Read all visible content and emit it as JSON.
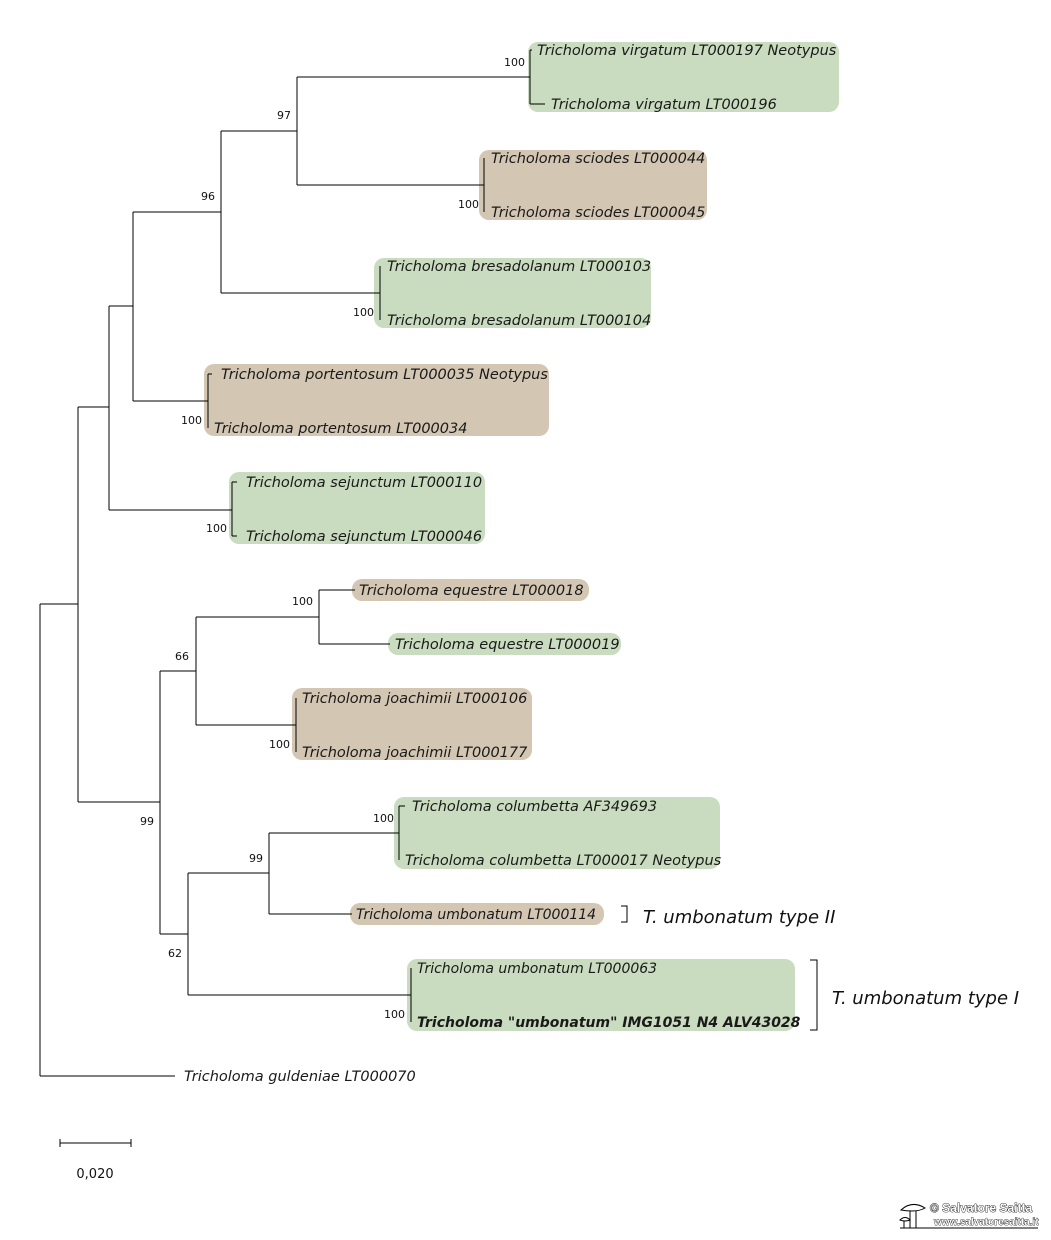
{
  "colors": {
    "green_highlight": "#c9dcbf",
    "beige_highlight": "#d3c7b3",
    "branch": "#000000"
  },
  "tree": {
    "leaves": [
      {
        "id": "L1",
        "label": "Tricholoma virgatum LT000197 Neotypus",
        "group": "G1"
      },
      {
        "id": "L2",
        "label": "Tricholoma virgatum LT000196",
        "group": "G1"
      },
      {
        "id": "L3",
        "label": "Tricholoma sciodes LT000044",
        "group": "G2"
      },
      {
        "id": "L4",
        "label": "Tricholoma sciodes LT000045",
        "group": "G2"
      },
      {
        "id": "L5",
        "label": "Tricholoma bresadolanum LT000103",
        "group": "G3"
      },
      {
        "id": "L6",
        "label": "Tricholoma bresadolanum LT000104",
        "group": "G3"
      },
      {
        "id": "L7",
        "label": "Tricholoma portentosum LT000035 Neotypus",
        "group": "G4"
      },
      {
        "id": "L8",
        "label": "Tricholoma portentosum LT000034",
        "group": "G4"
      },
      {
        "id": "L9",
        "label": "Tricholoma sejunctum LT000110",
        "group": "G5"
      },
      {
        "id": "L10",
        "label": "Tricholoma sejunctum LT000046",
        "group": "G5"
      },
      {
        "id": "L11",
        "label": "Tricholoma equestre LT000018",
        "group": "G6"
      },
      {
        "id": "L12",
        "label": "Tricholoma equestre LT000019",
        "group": "G7"
      },
      {
        "id": "L13",
        "label": "Tricholoma joachimii LT000106",
        "group": "G8"
      },
      {
        "id": "L14",
        "label": "Tricholoma joachimii LT000177",
        "group": "G8"
      },
      {
        "id": "L15",
        "label": "Tricholoma columbetta AF349693",
        "group": "G9"
      },
      {
        "id": "L16",
        "label": "Tricholoma columbetta LT000017 Neotypus",
        "group": "G9"
      },
      {
        "id": "L17",
        "label": "Tricholoma umbonatum LT000114",
        "group": "G10"
      },
      {
        "id": "L18",
        "label": "Tricholoma umbonatum LT000063",
        "group": "G11"
      },
      {
        "id": "L19",
        "label": "Tricholoma \"umbonatum\" IMG1051 N4 ALV43028",
        "group": "G11",
        "bold": true
      },
      {
        "id": "L20",
        "label": "Tricholoma guldeniae LT000070",
        "group": null
      }
    ],
    "groups": [
      {
        "id": "G1",
        "color": "green"
      },
      {
        "id": "G2",
        "color": "beige"
      },
      {
        "id": "G3",
        "color": "green"
      },
      {
        "id": "G4",
        "color": "beige"
      },
      {
        "id": "G5",
        "color": "green"
      },
      {
        "id": "G6",
        "color": "beige"
      },
      {
        "id": "G7",
        "color": "green"
      },
      {
        "id": "G8",
        "color": "beige"
      },
      {
        "id": "G9",
        "color": "green"
      },
      {
        "id": "G10",
        "color": "beige"
      },
      {
        "id": "G11",
        "color": "green"
      }
    ],
    "bootstrap_values": [
      {
        "node": "virgatum",
        "value": "100"
      },
      {
        "node": "virgatum+sciodes",
        "value": "97"
      },
      {
        "node": "sciodes",
        "value": "100"
      },
      {
        "node": "virgatum+sciodes+bresadolanum",
        "value": "96"
      },
      {
        "node": "bresadolanum",
        "value": "100"
      },
      {
        "node": "portentosum",
        "value": "100"
      },
      {
        "node": "sejunctum",
        "value": "100"
      },
      {
        "node": "equestre",
        "value": "100"
      },
      {
        "node": "equestre+joachimii",
        "value": "66"
      },
      {
        "node": "joachimii",
        "value": "100"
      },
      {
        "node": "columbetta",
        "value": "100"
      },
      {
        "node": "columbetta+umbonatum-II",
        "value": "99"
      },
      {
        "node": "lower-clade",
        "value": "99"
      },
      {
        "node": "umbonatum-group",
        "value": "62"
      },
      {
        "node": "umbonatum-I",
        "value": "100"
      }
    ],
    "clade_annotations": [
      {
        "label": "T. umbonatum type II"
      },
      {
        "label": "T. umbonatum type I"
      }
    ],
    "scale_bar": {
      "value": 0.02,
      "label": "0,020"
    }
  },
  "watermark": {
    "line1": "© Salvatore Saitta",
    "line2": "www.salvatoresaitta.it"
  }
}
